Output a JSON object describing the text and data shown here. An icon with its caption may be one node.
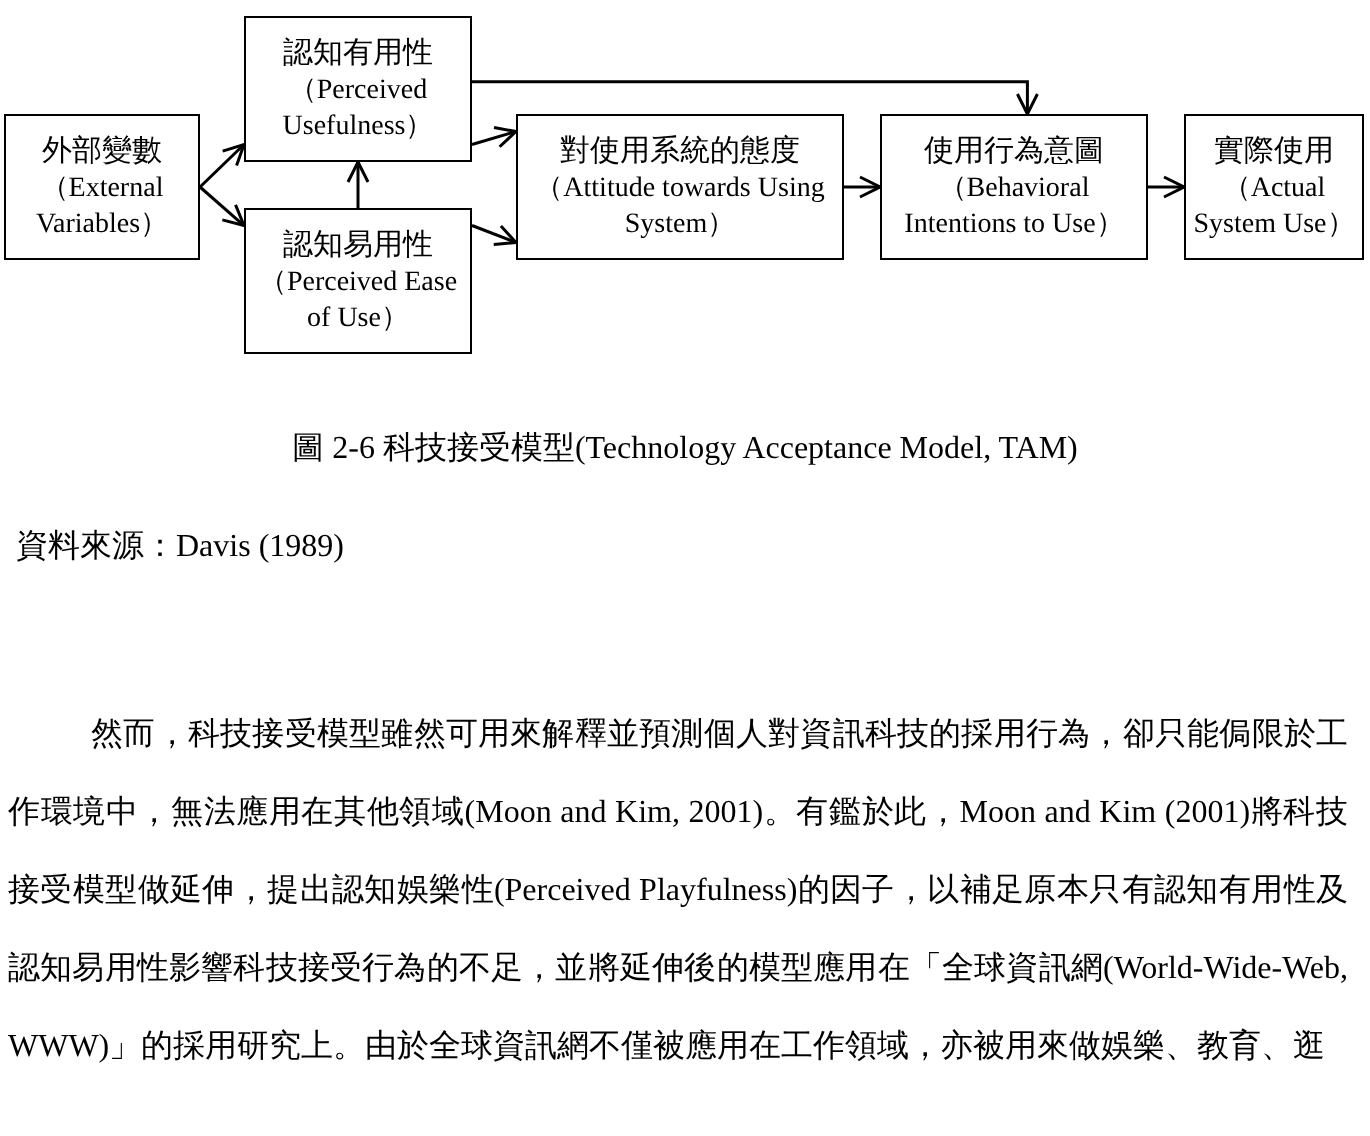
{
  "diagram": {
    "caption": "圖 2-6 科技接受模型(Technology Acceptance Model, TAM)",
    "nodes": [
      {
        "text": [
          "外部變數",
          "（External Variables）"
        ]
      },
      {
        "text": [
          "認知有用性",
          "（Perceived Usefulness）"
        ]
      },
      {
        "text": [
          "認知易用性",
          "（Perceived Ease of Use）"
        ]
      },
      {
        "text": [
          "對使用系統的態度",
          "（Attitude towards Using System）"
        ]
      },
      {
        "text": [
          "使用行為意圖",
          "（Behavioral Intentions to Use）"
        ]
      },
      {
        "text": [
          "實際使用",
          "（Actual System Use）"
        ]
      }
    ],
    "edges": [
      {
        "from": 0,
        "to": 1,
        "arrow": "to"
      },
      {
        "from": 0,
        "to": 2,
        "arrow": "to"
      },
      {
        "from": 2,
        "to": 1,
        "arrow": "to"
      },
      {
        "from": 1,
        "to": 3,
        "arrow": "to"
      },
      {
        "from": 2,
        "to": 3,
        "arrow": "to"
      },
      {
        "from": 1,
        "to": 4,
        "arrow": "to"
      },
      {
        "from": 3,
        "to": 4,
        "arrow": "to"
      },
      {
        "from": 4,
        "to": 5,
        "arrow": "to"
      }
    ],
    "labels": [
      "資料來源：Davis (1989)",
      "然而，科技接受模型雖然可用來解釋並預測個人對資訊科技的採用行為，卻只能侷限於工作環境中，無法應用在其他領域(Moon and Kim, 2001)。有鑑於此，Moon and Kim (2001)將科技接受模型做延伸，提出認知娛樂性(Perceived Playfulness)的因子，以補足原本只有認知有用性及認知易用性影響科技接受行為的不足，並將延伸後的模型應用在「全球資訊網(World-Wide-Web, WWW)」的採用研究上。由於全球資訊網不僅被應用在工作領域，亦被用來做娛樂、教育、逛"
    ]
  }
}
